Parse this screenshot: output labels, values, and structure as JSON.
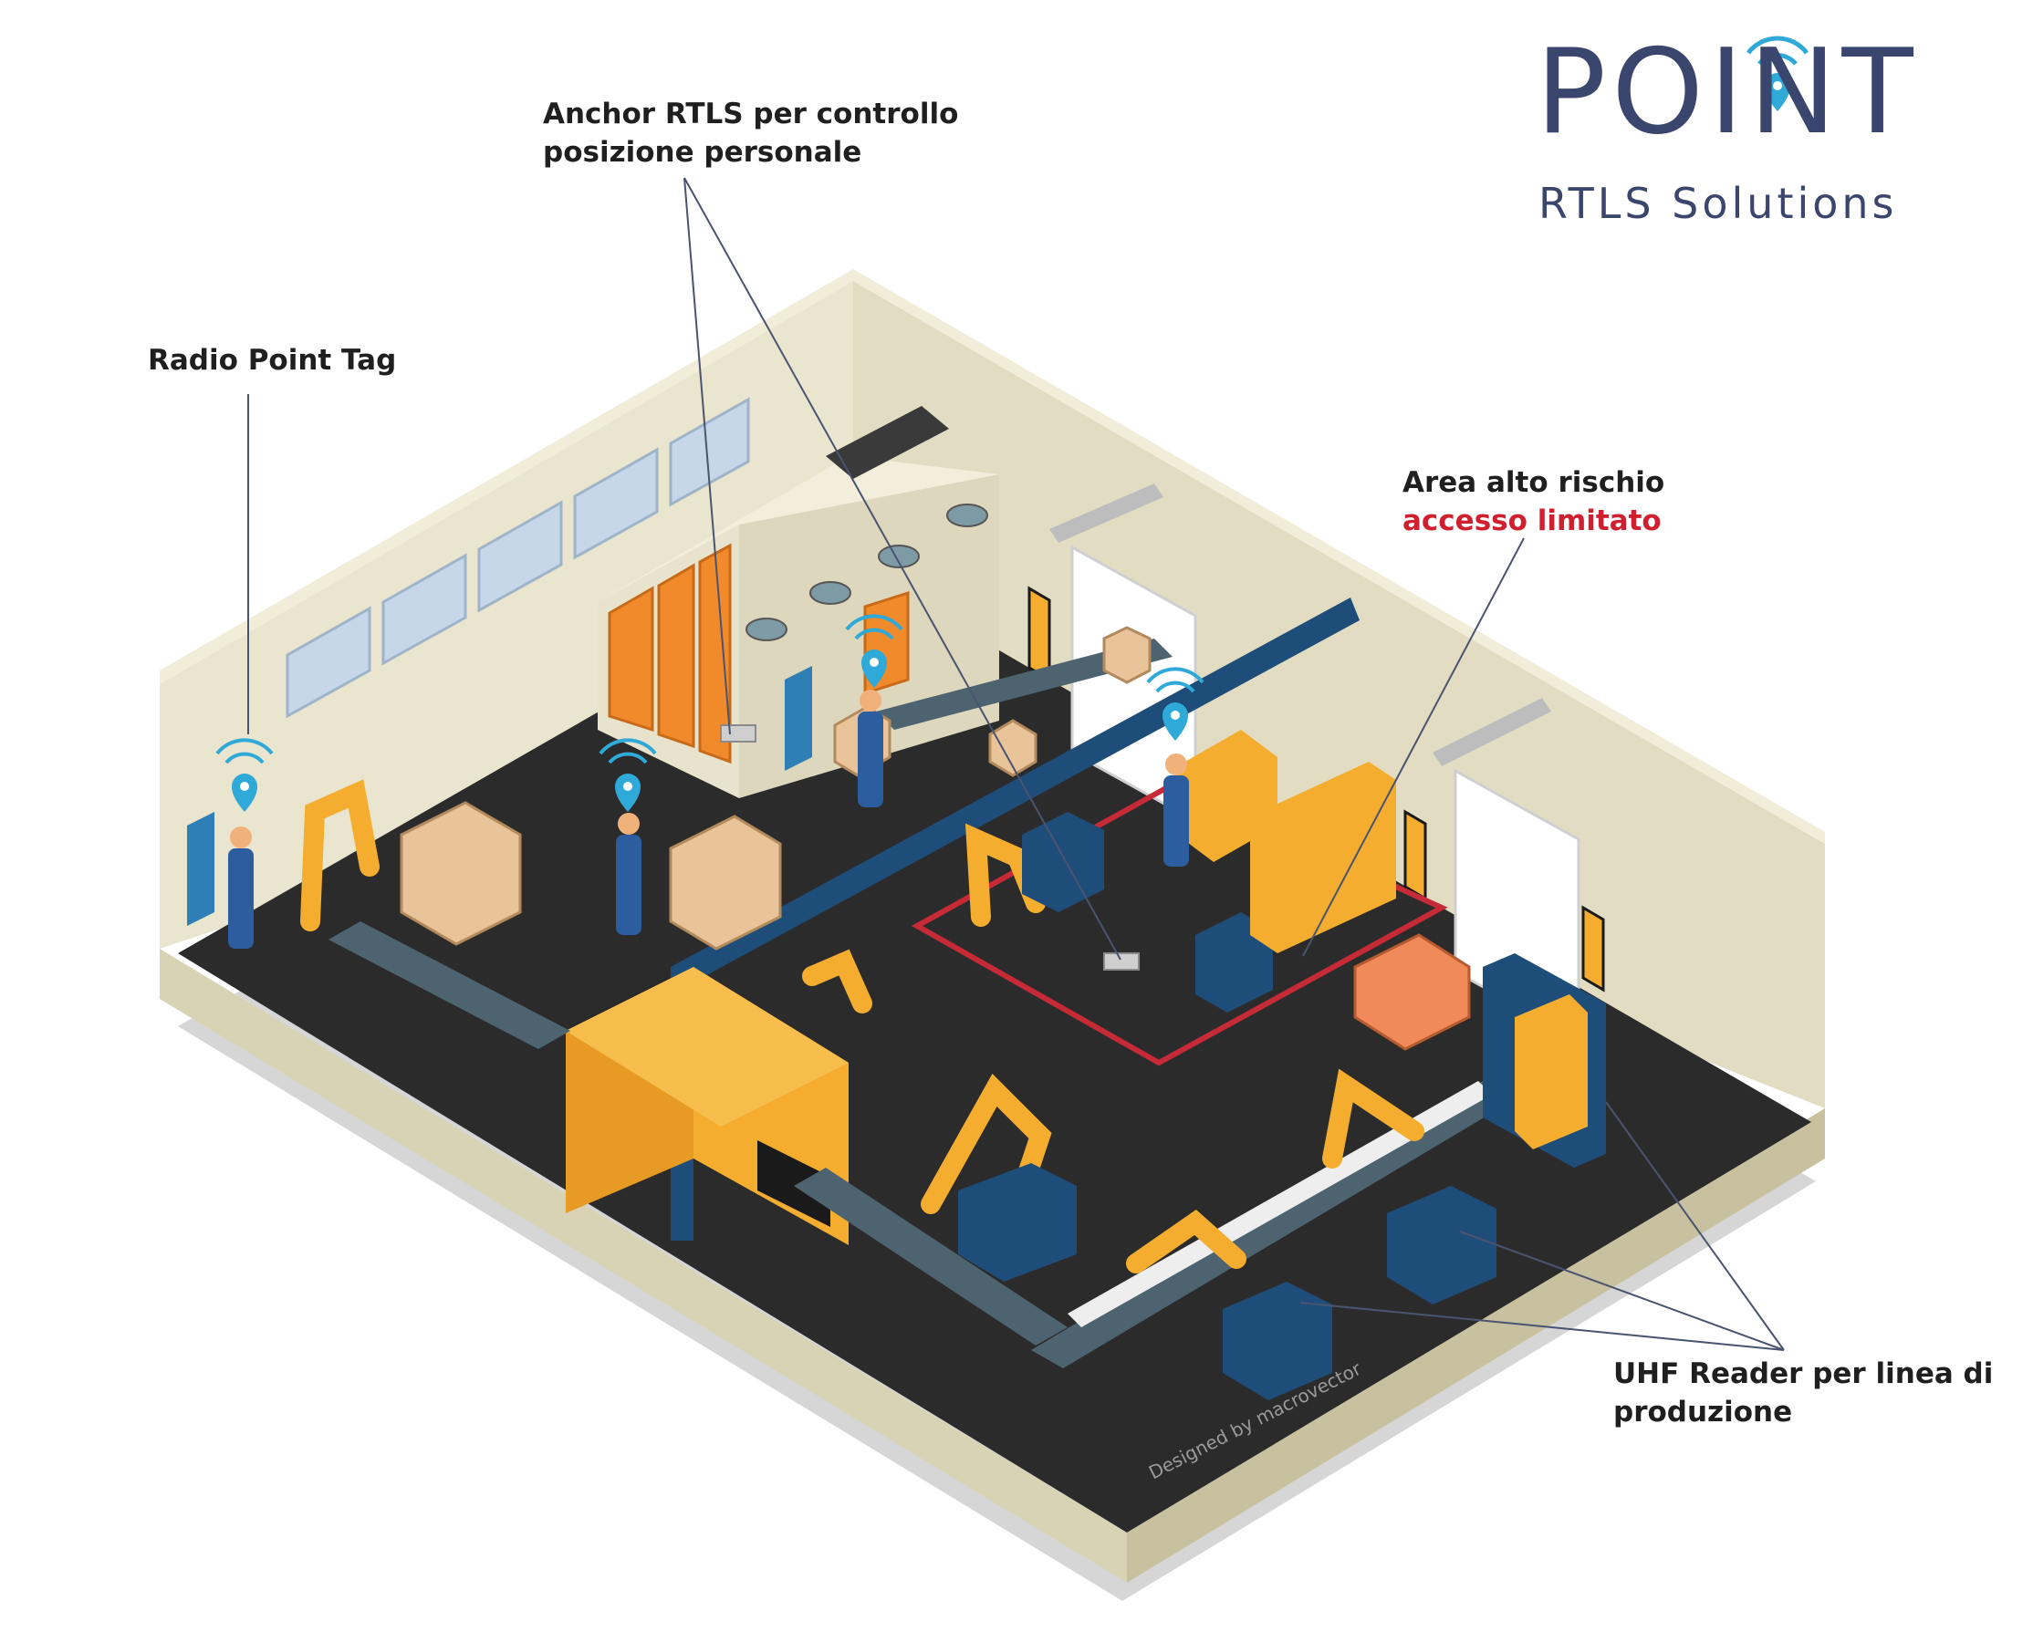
{
  "logo": {
    "word": "POINT",
    "subtitle": "RTLS Solutions",
    "colors": {
      "text": "#3b466e",
      "signal": "#2fa9d8"
    }
  },
  "labels": {
    "anchor_line1": "Anchor RTLS per controllo",
    "anchor_line2": "posizione personale",
    "radio_tag": "Radio Point Tag",
    "area_line1": "Area alto rischio",
    "area_line2": "accesso limitato",
    "uhf_line1": "UHF Reader per linea di",
    "uhf_line2": "produzione"
  },
  "watermark": "Designed by macrovector",
  "colors": {
    "floor": "#2b2b2b",
    "wall_inner": "#e9e5cf",
    "wall_top": "#f1edd8",
    "wall_shade": "#d8d2b3",
    "window": "#c7d7ea",
    "restricted_zone": "#c62a36",
    "machine_yellow": "#f4ad2f",
    "machine_blue": "#1f4d7a",
    "conveyor": "#4d6470",
    "box": "#e9c49a",
    "pin": "#2fa9d8",
    "worker_blue": "#2c5d9e",
    "leader_line": "#4a5470"
  }
}
